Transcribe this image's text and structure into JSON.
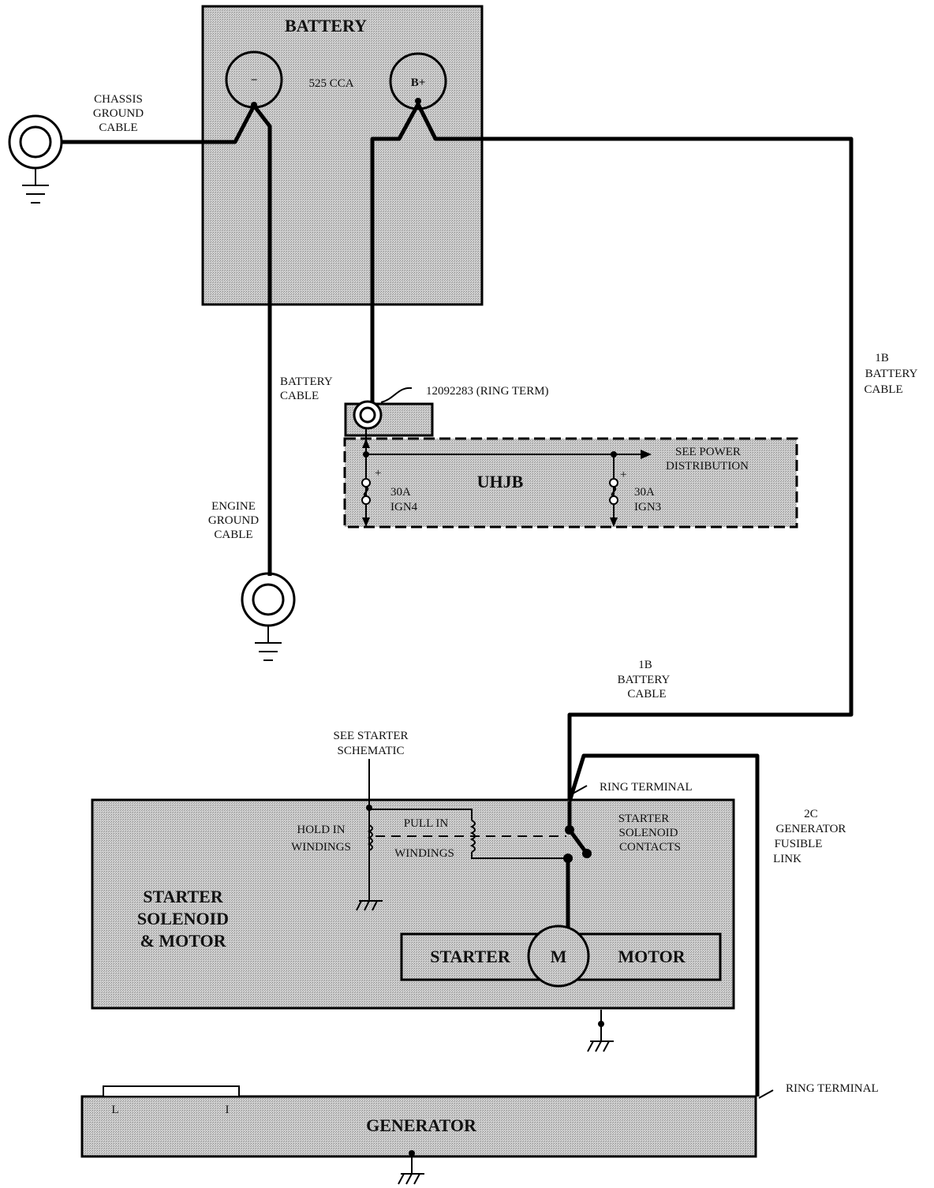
{
  "battery": {
    "title": "BATTERY",
    "rating": "525 CCA",
    "neg_terminal": "−",
    "pos_terminal": "B+"
  },
  "cables": {
    "chassis_ground": [
      "CHASSIS",
      "GROUND",
      "CABLE"
    ],
    "battery_cable": [
      "BATTERY",
      "CABLE"
    ],
    "engine_ground": [
      "ENGINE",
      "GROUND",
      "CABLE"
    ],
    "battery_1b_right": [
      "1B",
      "BATTERY",
      "CABLE"
    ],
    "battery_1b_lower": [
      "1B",
      "BATTERY",
      "CABLE"
    ],
    "generator_fusible_link": [
      "2C",
      "GENERATOR",
      "FUSIBLE",
      "LINK"
    ]
  },
  "uhjb": {
    "title": "UHJB",
    "ring_term": "12092283 (RING TERM)",
    "see_power": [
      "SEE POWER",
      "DISTRIBUTION"
    ],
    "fuse_left": {
      "polarity": "+",
      "rating": "30A",
      "name": "IGN4"
    },
    "fuse_right": {
      "polarity": "+",
      "rating": "30A",
      "name": "IGN3"
    }
  },
  "starter": {
    "title": [
      "STARTER",
      "SOLENOID",
      "& MOTOR"
    ],
    "see_schematic": [
      "SEE STARTER",
      "SCHEMATIC"
    ],
    "hold_in": [
      "HOLD IN",
      "WINDINGS"
    ],
    "pull_in": [
      "PULL IN",
      "WINDINGS"
    ],
    "contacts": [
      "STARTER",
      "SOLENOID",
      "CONTACTS"
    ],
    "ring_terminal": "RING TERMINAL",
    "motor_left": "STARTER",
    "motor_symbol": "M",
    "motor_right": "MOTOR"
  },
  "generator": {
    "title": "GENERATOR",
    "terminal_l": "L",
    "terminal_i": "I",
    "ring_terminal": "RING TERMINAL"
  }
}
